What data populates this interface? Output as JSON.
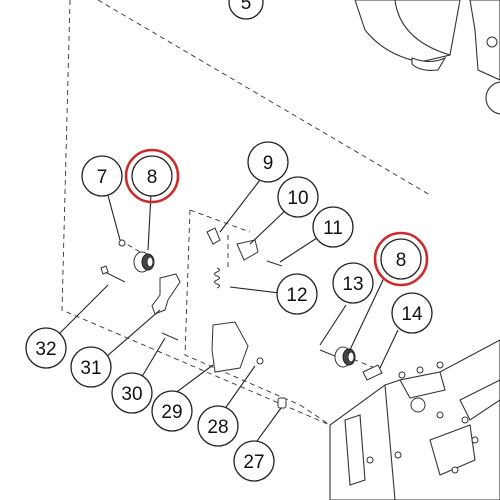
{
  "colors": {
    "highlight": "#cc2b2b",
    "line": "#222222"
  },
  "callouts": [
    {
      "id": "5",
      "label": "5"
    },
    {
      "id": "7",
      "label": "7"
    },
    {
      "id": "8a",
      "label": "8",
      "highlighted": true
    },
    {
      "id": "9",
      "label": "9"
    },
    {
      "id": "10",
      "label": "10"
    },
    {
      "id": "11",
      "label": "11"
    },
    {
      "id": "12",
      "label": "12"
    },
    {
      "id": "8b",
      "label": "8",
      "highlighted": true
    },
    {
      "id": "13",
      "label": "13"
    },
    {
      "id": "14",
      "label": "14"
    },
    {
      "id": "32",
      "label": "32"
    },
    {
      "id": "31",
      "label": "31"
    },
    {
      "id": "30",
      "label": "30"
    },
    {
      "id": "29",
      "label": "29"
    },
    {
      "id": "28",
      "label": "28"
    },
    {
      "id": "27",
      "label": "27"
    }
  ]
}
